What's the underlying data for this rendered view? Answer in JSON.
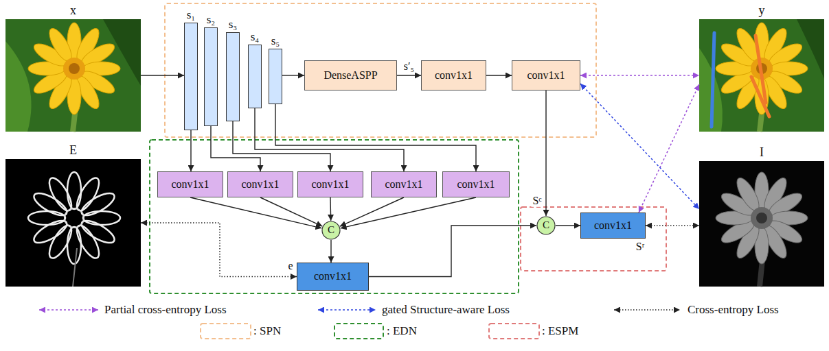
{
  "diagram": {
    "nodes": [
      {
        "text": [
          "x"
        ]
      },
      {
        "text": [
          "s₁"
        ]
      },
      {
        "text": [
          "s₂"
        ]
      },
      {
        "text": [
          "s₃"
        ]
      },
      {
        "text": [
          "s₄"
        ]
      },
      {
        "text": [
          "s₅"
        ]
      },
      {
        "text": [
          "DenseASPP"
        ]
      },
      {
        "text": [
          "conv1x1"
        ]
      },
      {
        "text": [
          "conv1x1"
        ]
      },
      {
        "text": [
          "y"
        ]
      },
      {
        "text": [
          "E"
        ]
      },
      {
        "text": [
          "conv1x1"
        ]
      },
      {
        "text": [
          "conv1x1"
        ]
      },
      {
        "text": [
          "conv1x1"
        ]
      },
      {
        "text": [
          "conv1x1"
        ]
      },
      {
        "text": [
          "conv1x1"
        ]
      },
      {
        "text": [
          "C"
        ]
      },
      {
        "text": [
          "conv1x1"
        ]
      },
      {
        "text": [
          "C"
        ]
      },
      {
        "text": [
          "conv1x1"
        ]
      },
      {
        "text": [
          "I"
        ]
      }
    ],
    "edges": [
      {
        "from": 0,
        "to": 1,
        "arrow": "to"
      },
      {
        "from": 1,
        "to": 11,
        "arrow": "to"
      },
      {
        "from": 2,
        "to": 12,
        "arrow": "to"
      },
      {
        "from": 3,
        "to": 13,
        "arrow": "to"
      },
      {
        "from": 4,
        "to": 14,
        "arrow": "to"
      },
      {
        "from": 5,
        "to": 15,
        "arrow": "to"
      },
      {
        "from": 5,
        "to": 6,
        "arrow": "to"
      },
      {
        "from": 6,
        "to": 7,
        "label": "s′₅",
        "arrow": "to"
      },
      {
        "from": 7,
        "to": 8,
        "arrow": "to"
      },
      {
        "from": 11,
        "to": 16,
        "arrow": "to"
      },
      {
        "from": 12,
        "to": 16,
        "arrow": "to"
      },
      {
        "from": 13,
        "to": 16,
        "arrow": "to"
      },
      {
        "from": 14,
        "to": 16,
        "arrow": "to"
      },
      {
        "from": 15,
        "to": 16,
        "arrow": "to"
      },
      {
        "from": 16,
        "to": 17,
        "arrow": "to"
      },
      {
        "from": 17,
        "to": 18,
        "arrow": "to"
      },
      {
        "from": 8,
        "to": 18,
        "label": "Sᶜ",
        "arrow": "to"
      },
      {
        "from": 18,
        "to": 19,
        "arrow": "to"
      },
      {
        "from": 8,
        "to": 9,
        "arrow": "both"
      },
      {
        "from": 19,
        "to": 9,
        "arrow": "both"
      },
      {
        "from": 8,
        "to": 20,
        "arrow": "both"
      },
      {
        "from": 19,
        "to": 20,
        "arrow": "both"
      },
      {
        "from": 10,
        "to": 17,
        "arrow": "both"
      }
    ],
    "labels": [
      "e",
      "Sʳ"
    ],
    "legend": [
      {
        "text": "Partial cross-entropy Loss"
      },
      {
        "text": "gated Structure-aware Loss"
      },
      {
        "text": "Cross-entropy Loss"
      },
      {
        "text": ": SPN"
      },
      {
        "text": ": EDN"
      },
      {
        "text": ": ESPM"
      }
    ]
  }
}
